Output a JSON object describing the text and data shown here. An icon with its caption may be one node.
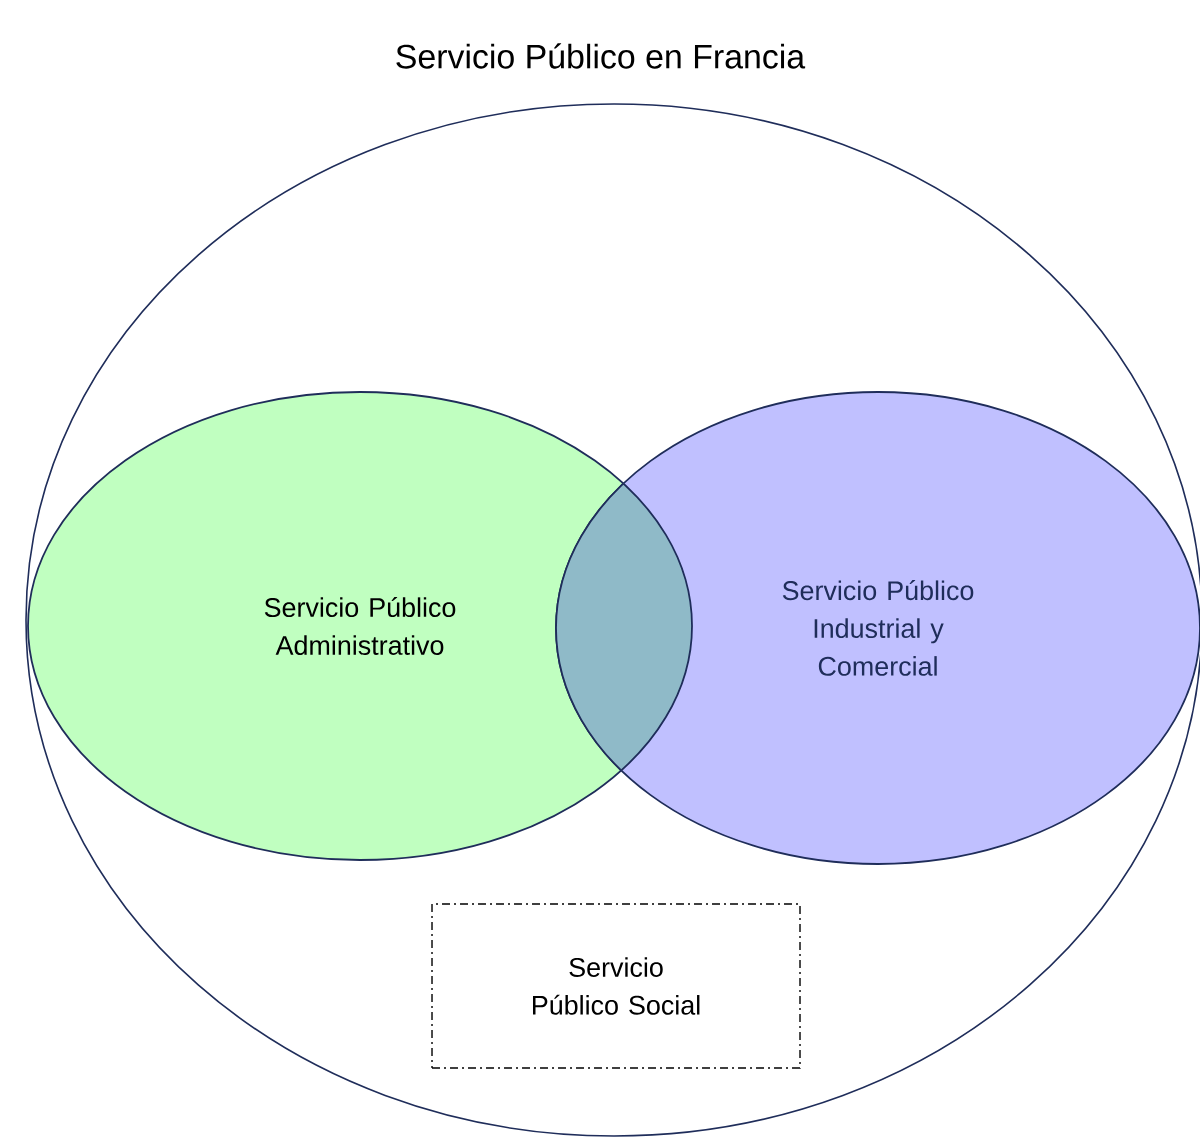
{
  "diagram": {
    "title": "Servicio Público en Francia",
    "nodes": [
      {
        "text": [],
        "shape": "circle"
      },
      {
        "text": [
          "Servicio Público Administrativo"
        ],
        "in": 0
      },
      {
        "text": [
          "Servicio Público Industrial y Comercial"
        ],
        "in": 0
      },
      {
        "text": [
          "Servicio Público Social"
        ],
        "in": 0
      }
    ]
  }
}
